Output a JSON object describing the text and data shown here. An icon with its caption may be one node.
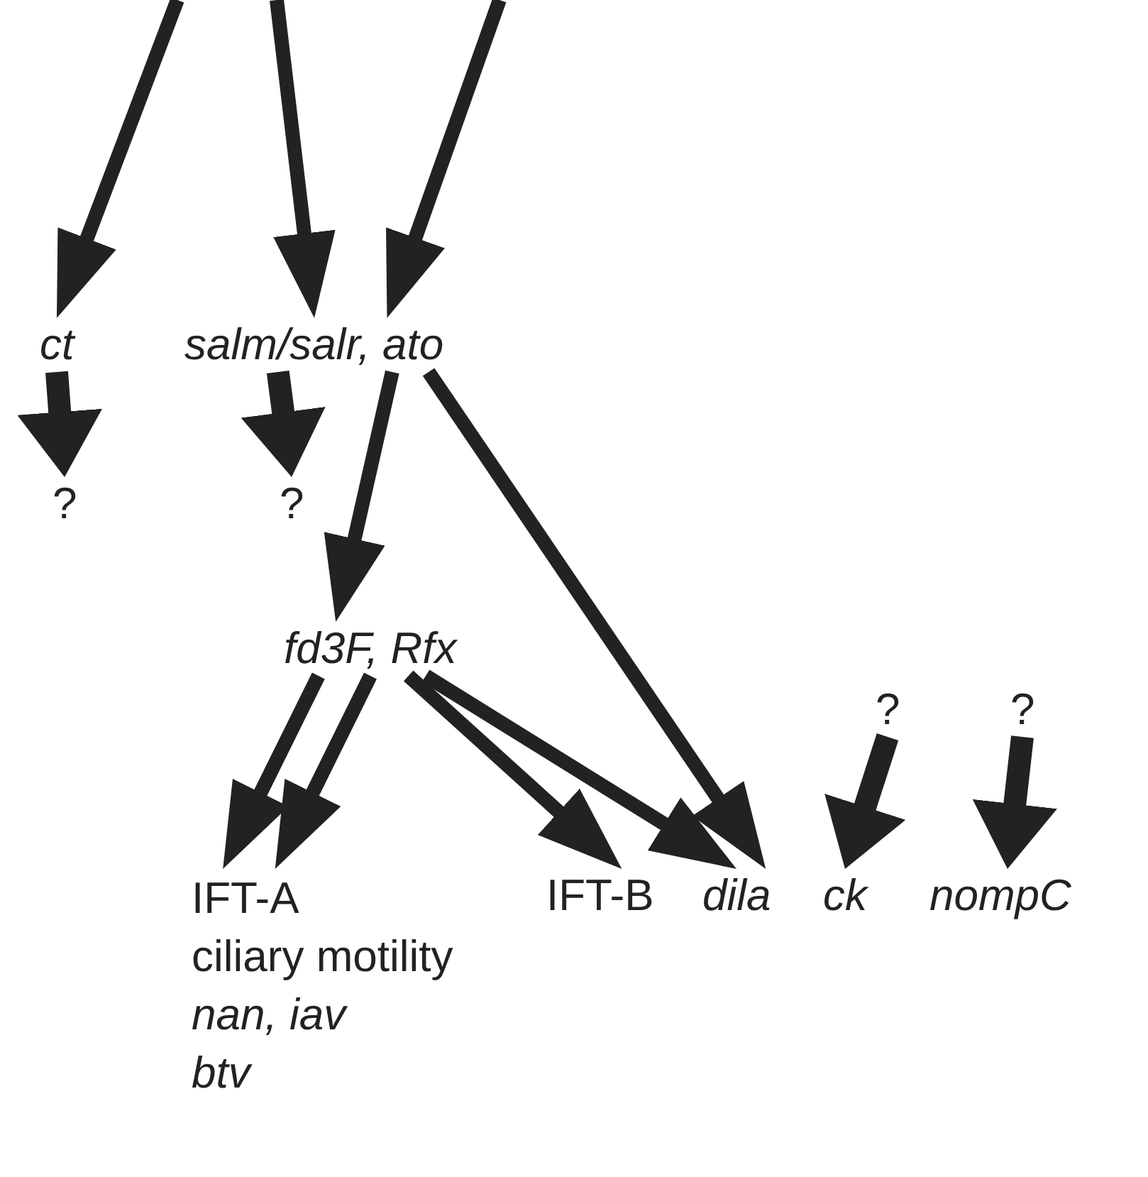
{
  "diagram": {
    "nodes": [
      {
        "text": [
          "ct"
        ]
      },
      {
        "text": [
          "salm/salr, ato"
        ]
      },
      {
        "text": [
          "?"
        ]
      },
      {
        "text": [
          "?"
        ]
      },
      {
        "text": [
          "fd3F, Rfx"
        ]
      },
      {
        "text": [
          "IFT-A",
          "ciliary motility",
          "nan, iav",
          "btv"
        ]
      },
      {
        "text": [
          "IFT-B"
        ]
      },
      {
        "text": [
          "dila"
        ]
      },
      {
        "text": [
          "ck"
        ]
      },
      {
        "text": [
          "nompC"
        ]
      },
      {
        "text": [
          "?"
        ]
      },
      {
        "text": [
          "?"
        ]
      }
    ],
    "edges": [
      {
        "from": null,
        "to": 0,
        "arrow": "to"
      },
      {
        "from": null,
        "to": 1,
        "arrow": "to"
      },
      {
        "from": null,
        "to": 1,
        "arrow": "to"
      },
      {
        "from": 0,
        "to": 2,
        "arrow": "to"
      },
      {
        "from": 1,
        "to": 3,
        "arrow": "to"
      },
      {
        "from": 1,
        "to": 4,
        "arrow": "to"
      },
      {
        "from": 1,
        "to": 7,
        "arrow": "to"
      },
      {
        "from": 4,
        "to": 5,
        "arrow": "to"
      },
      {
        "from": 4,
        "to": 5,
        "arrow": "to"
      },
      {
        "from": 4,
        "to": 6,
        "arrow": "to"
      },
      {
        "from": 4,
        "to": 7,
        "arrow": "to"
      },
      {
        "from": 10,
        "to": 8,
        "arrow": "to"
      },
      {
        "from": 11,
        "to": 9,
        "arrow": "to"
      }
    ]
  }
}
